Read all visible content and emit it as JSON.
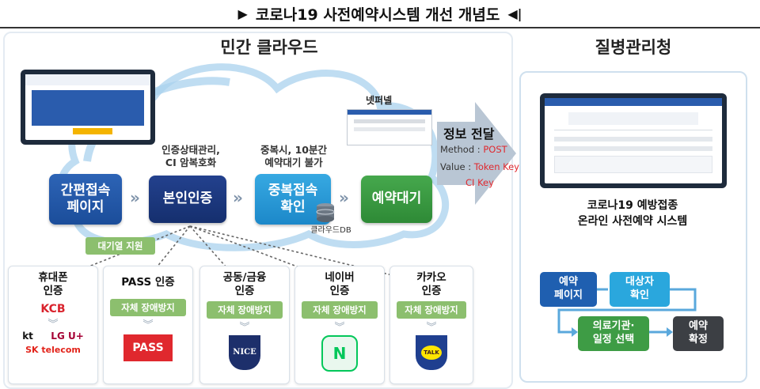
{
  "title": "코로나19 사전예약시스템 개선 개념도",
  "left_section": {
    "title": "민간 클라우드",
    "flow_steps": [
      {
        "label": "간편접속\n페이지"
      },
      {
        "label": "본인인증"
      },
      {
        "label": "중복접속\n확인"
      },
      {
        "label": "예약대기"
      }
    ],
    "notes": {
      "auth": "인증상태관리,\nCI 암복호화",
      "dup": "중복시, 10분간\n예약대기 불가",
      "db": "클라우드DB",
      "netfunnel": "넷퍼넬",
      "queue_support": "대기열 지원"
    },
    "auth_providers": [
      {
        "title": "휴대폰\n인증",
        "logos": [
          "KCB",
          "kt",
          "LG U+",
          "SK telecom"
        ]
      },
      {
        "title": "PASS 인증",
        "pill": "자체 장애방지",
        "logo": "PASS"
      },
      {
        "title": "공동/금융\n인증",
        "pill": "자체 장애방지",
        "logo": "NICE"
      },
      {
        "title": "네이버\n인증",
        "pill": "자체 장애방지",
        "logo": "N"
      },
      {
        "title": "카카오\n인증",
        "pill": "자체 장애방지",
        "logo": "TALK"
      }
    ]
  },
  "transfer": {
    "title": "정보 전달",
    "method_label": "Method : ",
    "method_value": "POST",
    "value_label": "Value : ",
    "value_value": "Token Key,",
    "value_value2": "CI Key"
  },
  "right_section": {
    "title": "질병관리청",
    "system_name": "코로나19 예방접종\n온라인 사전예약 시스템",
    "flow": [
      {
        "label": "예약\n페이지"
      },
      {
        "label": "대상자\n확인"
      },
      {
        "label": "의료기관·\n일정 선택"
      },
      {
        "label": "예약\n확정"
      }
    ]
  },
  "colors": {
    "blue": "#1b4d9a",
    "navy": "#152f6e",
    "sky": "#1c88c9",
    "green": "#2e8a36",
    "pill_green": "#8cbf6e",
    "arrow_gray": "#b9c6d4"
  }
}
